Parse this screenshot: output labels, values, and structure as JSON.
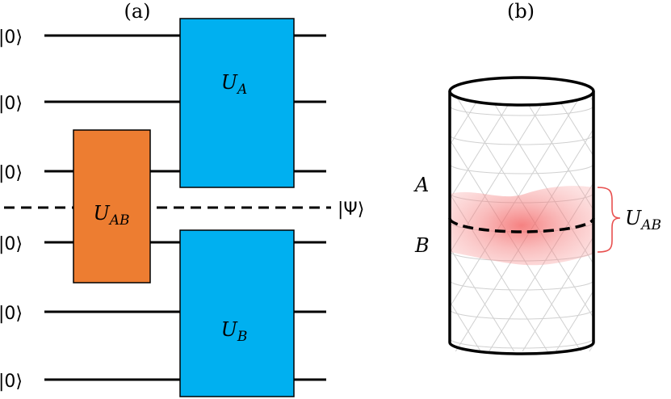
{
  "panel_a": {
    "label": "(a)",
    "input_states": [
      "|0⟩",
      "|0⟩",
      "|0⟩",
      "|0⟩",
      "|0⟩",
      "|0⟩"
    ],
    "output_state": "|Ψ⟩",
    "gates": {
      "uab": {
        "main": "U",
        "sub": "AB",
        "color": "#ED7D31"
      },
      "ua": {
        "main": "U",
        "sub": "A",
        "color": "#00B0F0"
      },
      "ub": {
        "main": "U",
        "sub": "B",
        "color": "#00B0F0"
      }
    }
  },
  "panel_b": {
    "label": "(b)",
    "region_a": "A",
    "region_b": "B",
    "brace_label": {
      "main": "U",
      "sub": "AB"
    },
    "brace_color": "#E8504F",
    "highlight_color": "#F25A5A"
  }
}
